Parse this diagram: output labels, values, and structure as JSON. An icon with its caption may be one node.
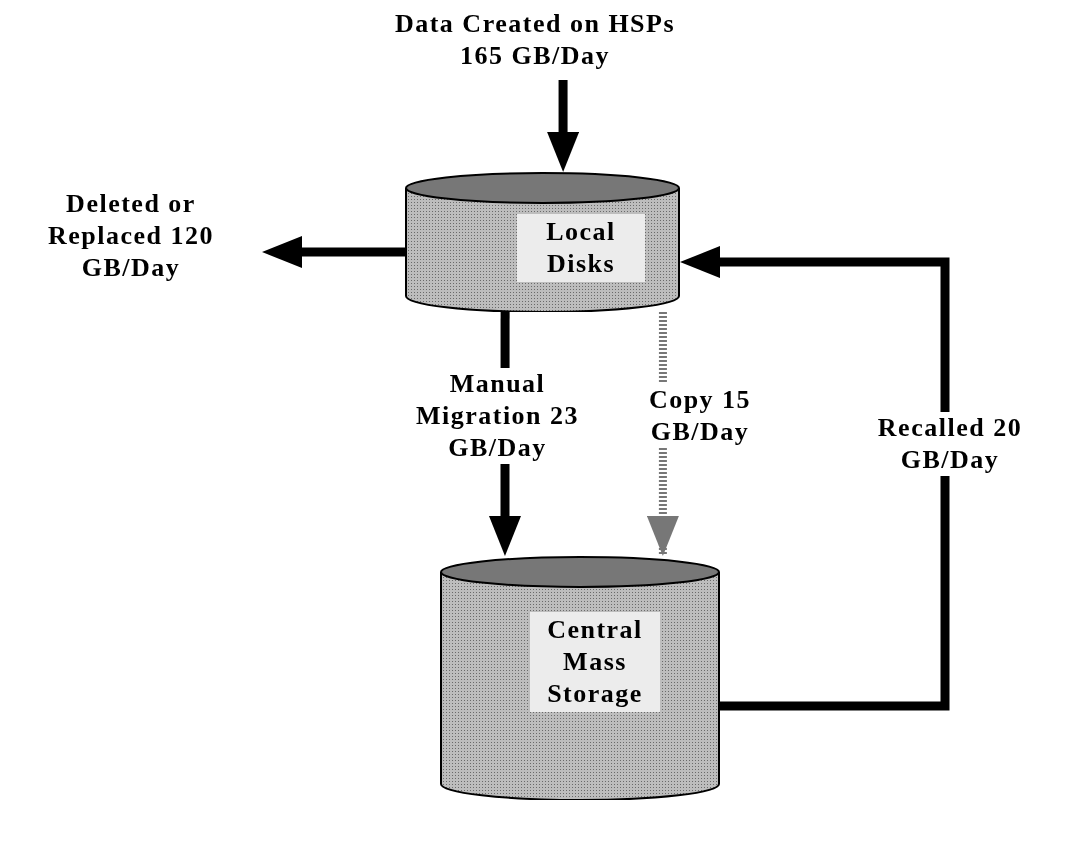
{
  "diagram": {
    "nodes": [
      {
        "text": [
          "Data Created on HSPs 165 GB/Day"
        ]
      },
      {
        "text": [
          "Local Disks"
        ]
      },
      {
        "text": [
          "Deleted or Replaced 120 GB/Day"
        ]
      },
      {
        "text": [
          "Central Mass Storage"
        ]
      }
    ],
    "edges": [
      {
        "from": 0,
        "to": 1,
        "arrow": "to"
      },
      {
        "from": 1,
        "to": 2,
        "arrow": "to"
      },
      {
        "from": 1,
        "to": 3,
        "arrow": "to",
        "label": "Manual Migration 23 GB/Day"
      },
      {
        "from": 1,
        "to": 3,
        "arrow": "to",
        "label": "Copy 15 GB/Day",
        "style": "dashed",
        "color": "#777777"
      },
      {
        "from": 3,
        "to": 1,
        "arrow": "to",
        "label": "Recalled 20 GB/Day"
      }
    ]
  }
}
